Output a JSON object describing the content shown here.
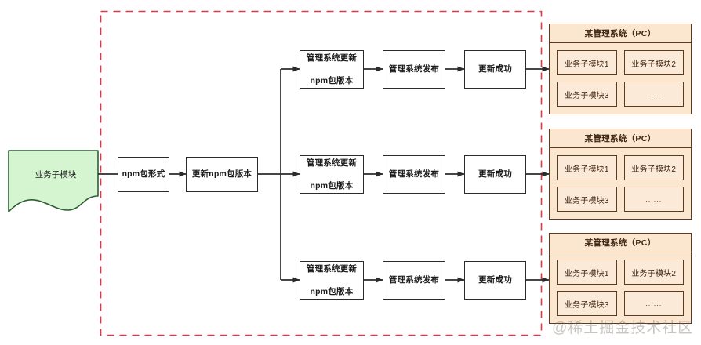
{
  "diagram": {
    "title": "npm package publishing flow",
    "colors": {
      "source_fill": "#d5f5d0",
      "source_stroke": "#2f5c33",
      "box_stroke": "#2b2b2b",
      "box_fill": "#ffffff",
      "panel_fill": "#fbe6d0",
      "panel_stroke": "#5d3a1d",
      "module_fill": "#fcead9",
      "boundary_dashed": "#d7384a",
      "arrow": "#2b2b2b"
    },
    "boundary": {
      "name": "dashed-scope-boundary",
      "style": "dashed",
      "color": "#d7384a"
    }
  },
  "source": {
    "label": "业务子模块",
    "shape": "document"
  },
  "pipeline": [
    {
      "id": "npm-form",
      "label": "npm包形式"
    },
    {
      "id": "update-npm-version",
      "label": "更新npm包版本"
    }
  ],
  "branches": [
    {
      "id": "branch-1",
      "steps": [
        {
          "id": "sys-update-npm",
          "line1": "管理系统更新",
          "line2": "npm包版本"
        },
        {
          "id": "sys-publish",
          "line1": "管理系统发布",
          "line2": ""
        },
        {
          "id": "update-success",
          "line1": "更新成功",
          "line2": ""
        }
      ]
    },
    {
      "id": "branch-2",
      "steps": [
        {
          "id": "sys-update-npm",
          "line1": "管理系统更新",
          "line2": "npm包版本"
        },
        {
          "id": "sys-publish",
          "line1": "管理系统发布",
          "line2": ""
        },
        {
          "id": "update-success",
          "line1": "更新成功",
          "line2": ""
        }
      ]
    },
    {
      "id": "branch-3",
      "steps": [
        {
          "id": "sys-update-npm",
          "line1": "管理系统更新",
          "line2": "npm包版本"
        },
        {
          "id": "sys-publish",
          "line1": "管理系统发布",
          "line2": ""
        },
        {
          "id": "update-success",
          "line1": "更新成功",
          "line2": ""
        }
      ]
    }
  ],
  "systems": [
    {
      "id": "system-1",
      "header": "某管理系统（PC）",
      "modules": [
        "业务子模块1",
        "业务子模块2",
        "业务子模块3",
        "......"
      ]
    },
    {
      "id": "system-2",
      "header": "某管理系统（PC）",
      "modules": [
        "业务子模块1",
        "业务子模块2",
        "业务子模块3",
        "......"
      ]
    },
    {
      "id": "system-3",
      "header": "某管理系统（PC）",
      "modules": [
        "业务子模块1",
        "业务子模块2",
        "业务子模块3",
        "......"
      ]
    }
  ],
  "watermark": {
    "text": "@稀土掘金技术社区"
  }
}
